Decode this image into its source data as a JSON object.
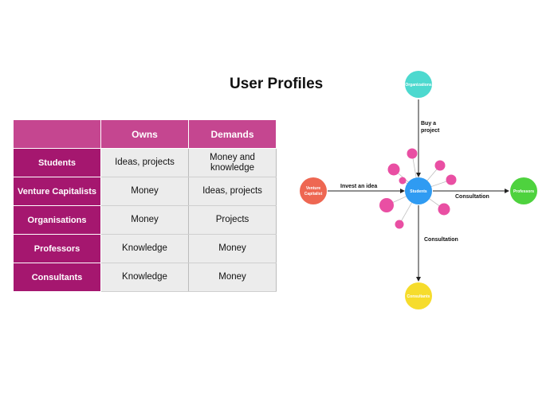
{
  "title": "User Profiles",
  "table": {
    "headers": [
      "",
      "Owns",
      "Demands"
    ],
    "rows": [
      {
        "label": "Students",
        "owns": "Ideas, projects",
        "demands_line1": "Money and",
        "demands_line2": "knowledge"
      },
      {
        "label": "Venture Capitalists",
        "owns": "Money",
        "demands_line1": "Ideas, projects",
        "demands_line2": ""
      },
      {
        "label": "Organisations",
        "owns": "Money",
        "demands_line1": "Projects",
        "demands_line2": ""
      },
      {
        "label": "Professors",
        "owns": "Knowledge",
        "demands_line1": "Money",
        "demands_line2": ""
      },
      {
        "label": "Consultants",
        "owns": "Knowledge",
        "demands_line1": "Money",
        "demands_line2": ""
      }
    ]
  },
  "diagram": {
    "nodes": {
      "organizations": {
        "label": "Organizations",
        "color": "#4dd9cf"
      },
      "venture": {
        "label_line1": "Venture",
        "label_line2": "Capitalist",
        "color": "#ee6752"
      },
      "students": {
        "label": "Students",
        "color": "#2f9bf2"
      },
      "professors": {
        "label": "Professors",
        "color": "#4ed23e"
      },
      "consultants": {
        "label": "Consultants",
        "color": "#f6dc2c"
      }
    },
    "edges": {
      "buy_line1": "Buy a",
      "buy_line2": "project",
      "invest": "Invest an idea",
      "consult_right": "Consultation",
      "consult_down": "Consultation"
    },
    "satellite_color": "#e94fa3"
  }
}
